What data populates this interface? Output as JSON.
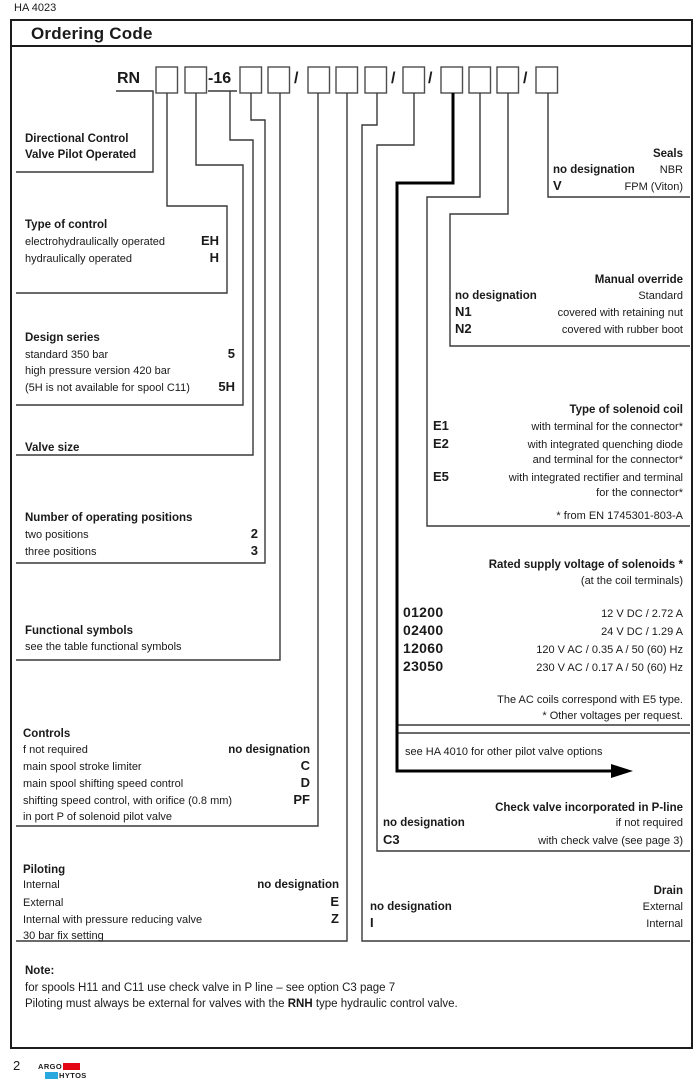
{
  "header": {
    "doc_code": "HA 4023",
    "title": "Ordering Code"
  },
  "code_row": {
    "prefix": "RN",
    "size": "-16",
    "separator": "/"
  },
  "left": {
    "dcv": {
      "title1": "Directional Control",
      "title2": "Valve Pilot Operated"
    },
    "type_of_control": {
      "title": "Type of control",
      "rows": [
        {
          "label": "electrohydraulically operated",
          "code": "EH"
        },
        {
          "label": "hydraulically operated",
          "code": "H"
        }
      ]
    },
    "design_series": {
      "title": "Design series",
      "rows": [
        {
          "label": "standard 350 bar",
          "code": "5"
        },
        {
          "label": "high pressure version 420 bar",
          "code": ""
        },
        {
          "label": "(5H is not available for spool C11)",
          "code": "5H"
        }
      ]
    },
    "valve_size": {
      "title": "Valve size"
    },
    "positions": {
      "title": "Number of operating positions",
      "rows": [
        {
          "label": "two positions",
          "code": "2"
        },
        {
          "label": "three positions",
          "code": "3"
        }
      ]
    },
    "functional_symbols": {
      "title": "Functional symbols",
      "subtitle": "see the table functional symbols"
    },
    "controls": {
      "title": "Controls",
      "rows": [
        {
          "label": "f not required",
          "code": "no designation"
        },
        {
          "label": "main spool stroke limiter",
          "code": "C"
        },
        {
          "label": "main spool shifting speed control",
          "code": "D"
        },
        {
          "label": "shifting speed control, with orifice (0.8 mm)",
          "code": "PF"
        },
        {
          "label": "in port P of solenoid pilot valve",
          "code": ""
        }
      ]
    },
    "piloting": {
      "title": "Piloting",
      "rows": [
        {
          "label": "Internal",
          "code": "no designation"
        },
        {
          "label": "External",
          "code": "E"
        },
        {
          "label": "Internal with pressure reducing valve",
          "code": "Z"
        },
        {
          "label": "30 bar fix setting",
          "code": ""
        }
      ]
    }
  },
  "right": {
    "seals": {
      "title": "Seals",
      "rows": [
        {
          "code": "no designation",
          "desc": "NBR"
        },
        {
          "code": "V",
          "desc": "FPM (Viton)"
        }
      ]
    },
    "manual_override": {
      "title": "Manual override",
      "rows": [
        {
          "code": "no designation",
          "desc": "Standard"
        },
        {
          "code": "N1",
          "desc": "covered with retaining nut"
        },
        {
          "code": "N2",
          "desc": "covered with rubber boot"
        }
      ]
    },
    "solenoid_coil": {
      "title": "Type of solenoid coil",
      "rows": [
        {
          "code": "E1",
          "desc": "with terminal for the connector*"
        },
        {
          "code": "E2",
          "desc": "with integrated quenching diode"
        },
        {
          "code": "",
          "desc": "and terminal  for the connector*"
        },
        {
          "code": "E5",
          "desc": "with integrated rectifier and terminal"
        },
        {
          "code": "",
          "desc": "for the connector*"
        }
      ],
      "footnote": "* from EN 1745301-803-A"
    },
    "voltage": {
      "title": "Rated supply voltage of solenoids *",
      "subtitle": "(at the coil terminals)",
      "rows": [
        {
          "code": "01200",
          "desc": "12 V DC / 2.72 A"
        },
        {
          "code": "02400",
          "desc": "24 V DC / 1.29 A"
        },
        {
          "code": "12060",
          "desc": "120 V AC / 0.35 A / 50 (60) Hz"
        },
        {
          "code": "23050",
          "desc": "230 V AC / 0.17 A / 50 (60) Hz"
        }
      ],
      "note1": "The AC coils correspond with E5 type.",
      "note2": "*  Other voltages per request."
    },
    "pilot_options": {
      "text": "see HA 4010 for other pilot valve options"
    },
    "check_valve": {
      "title": "Check valve incorporated in P-line",
      "rows": [
        {
          "code": "no designation",
          "desc": "if not required"
        },
        {
          "code": "C3",
          "desc": "with check valve (see page 3)"
        }
      ]
    },
    "drain": {
      "title": "Drain",
      "rows": [
        {
          "code": "no designation",
          "desc": "External"
        },
        {
          "code": "I",
          "desc": "Internal"
        }
      ]
    }
  },
  "note": {
    "title": "Note:",
    "line1": "for spools H11 and C11 use check valve in P line – see option C3 page 7",
    "line2_pre": "Piloting must always be external for valves with the ",
    "line2_bold": "RNH",
    "line2_post": " type hydraulic control valve."
  },
  "footer": {
    "page_number": "2",
    "brand_top": "ARGO",
    "brand_bottom": "HYTOS",
    "brand_red": "#e30613",
    "brand_blue": "#29a8e0"
  }
}
